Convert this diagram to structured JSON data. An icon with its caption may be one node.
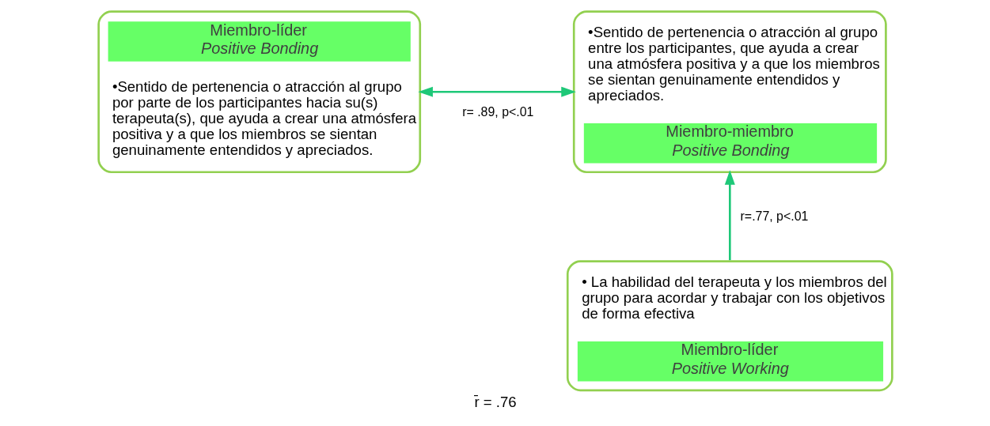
{
  "diagram": {
    "caption": "r̄ = .76",
    "nodes": [
      {
        "text": [
          "Miembro-líder",
          "Positive Bonding",
          "•Sentido de pertenencia o atracción al grupo por parte de los participantes hacia su(s) terapeuta(s), que ayuda a crear una atmósfera positiva y a que los miembros se sientan genuinamente entendidos y apreciados."
        ]
      },
      {
        "text": [
          "•Sentido de pertenencia o atracción al grupo entre los participantes, que ayuda a crear una atmósfera positiva y a que los miembros se sientan genuinamente entendidos y apreciados.",
          "Miembro-miembro",
          "Positive Bonding"
        ]
      },
      {
        "text": [
          "• La habilidad del terapeuta y los miembros del grupo para acordar y trabajar con los objetivos de forma efectiva",
          "Miembro-líder",
          "Positive Working"
        ]
      }
    ],
    "edges": [
      {
        "from": 0,
        "to": 1,
        "arrow": "both",
        "label": "r= .89, p<.01",
        "color": "#1ec878"
      },
      {
        "from": 2,
        "to": 1,
        "arrow": "to",
        "label": "r=.77, p<.01",
        "color": "#1ec878"
      }
    ]
  }
}
